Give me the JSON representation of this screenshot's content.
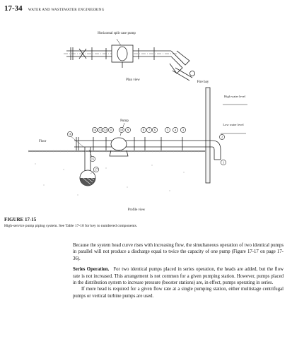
{
  "header": {
    "page_number": "17-34",
    "section": "WATER AND WASTEWATER ENGINEERING"
  },
  "figure": {
    "plan_label": "Horizontal split case pump",
    "plan_view_label": "Plan view",
    "fire_bay_label": "Fire bay",
    "high_water_label": "High water level",
    "pump_label": "Pump",
    "low_water_label": "Low water level",
    "floor_label": "Floor",
    "profile_view_label": "Profile view",
    "callouts": [
      "14",
      "13",
      "12",
      "11",
      "10",
      "9",
      "8",
      "7",
      "6",
      "5",
      "4",
      "3",
      "2",
      "16",
      "15",
      "17",
      "1"
    ]
  },
  "caption": {
    "number": "FIGURE 17-15",
    "text": "High-service pump piping system. See Table 17-10 for key to numbered components."
  },
  "body": {
    "p1": "Because the system head curve rises with increasing flow, the simultaneous operation of two identical pumps in parallel will not produce a discharge equal to twice the capacity of one pump (Figure 17-17 on page 17-36).",
    "p2_heading": "Series Operation.",
    "p2": "For two identical pumps placed in series operation, the heads are added, but the flow rate is not increased. This arrangement is not common for a given pumping station. However, pumps placed in the distribution system to increase pressure (booster stations) are, in effect, pumps operating in series.",
    "p3": "If more head is required for a given flow rate at a single pumping station, either multistage centrifugal pumps or vertical turbine pumps are used."
  }
}
